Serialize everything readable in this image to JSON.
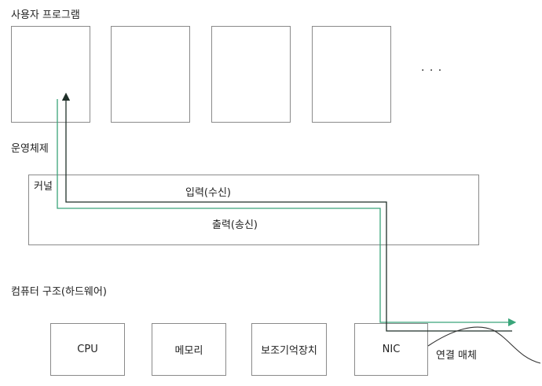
{
  "labels": {
    "user_programs": "사용자 프로그램",
    "ellipsis": "· · ·",
    "os": "운영체제",
    "kernel": "커널",
    "input_flow": "입력(수신)",
    "output_flow": "출력(송신)",
    "hardware": "컴퓨터 구조(하드웨어)",
    "medium": "연결 매체"
  },
  "hardware": {
    "cpu": "CPU",
    "memory": "메모리",
    "storage": "보조기억장치",
    "nic": "NIC"
  },
  "colors": {
    "input_line": "#1f2f28",
    "output_line": "#3aa57a",
    "box_border": "#8a8a8a"
  }
}
